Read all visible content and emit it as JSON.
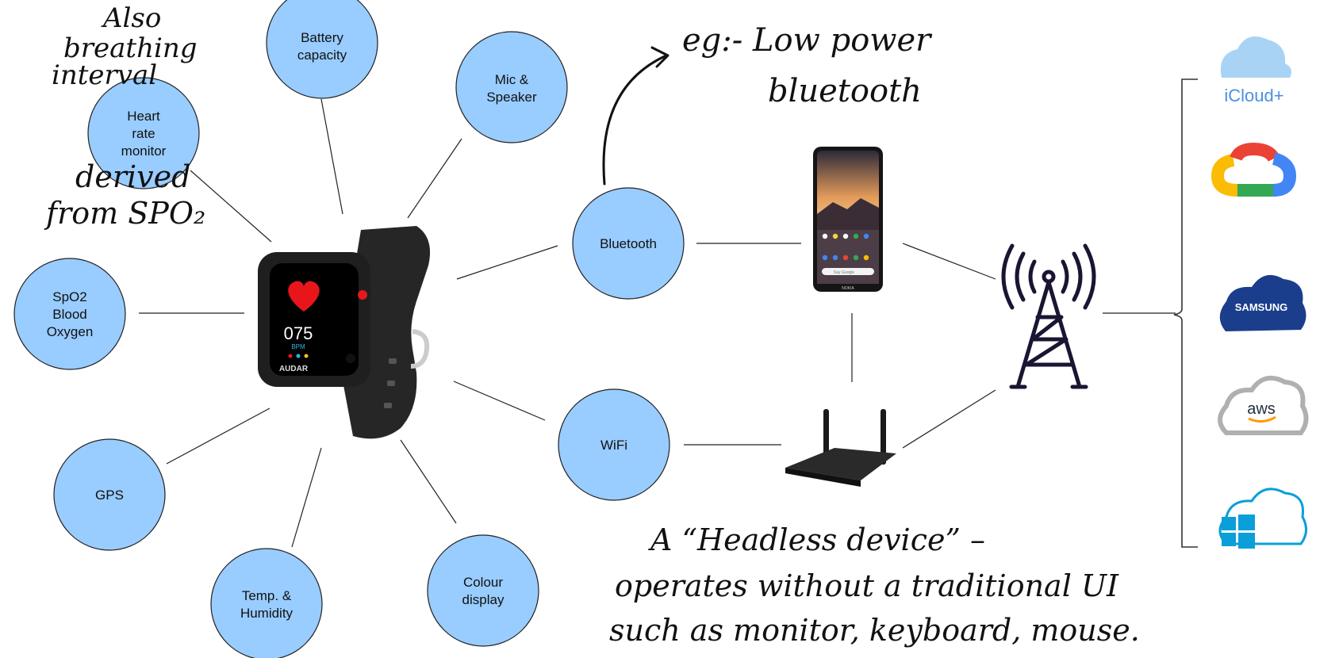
{
  "features": [
    {
      "id": "battery",
      "lines": [
        "Battery",
        "capacity"
      ]
    },
    {
      "id": "mic",
      "lines": [
        "Mic &",
        "Speaker"
      ]
    },
    {
      "id": "heart",
      "lines": [
        "Heart",
        "rate",
        "monitor"
      ]
    },
    {
      "id": "spo2",
      "lines": [
        "SpO2",
        "Blood",
        "Oxygen"
      ]
    },
    {
      "id": "gps",
      "lines": [
        "GPS"
      ]
    },
    {
      "id": "temp",
      "lines": [
        "Temp. &",
        "Humidity"
      ]
    },
    {
      "id": "display",
      "lines": [
        "Colour",
        "display"
      ]
    },
    {
      "id": "bluetooth",
      "lines": [
        "Bluetooth"
      ]
    },
    {
      "id": "wifi",
      "lines": [
        "WiFi"
      ]
    }
  ],
  "watch": {
    "brand": "AUDAR",
    "bpm_value": "075",
    "bpm_unit": "BPM"
  },
  "phone": {
    "brand": "NOKIA",
    "search_hint": "Say Google"
  },
  "handwriting": {
    "also": [
      "Also",
      "breathing",
      "interval"
    ],
    "derived": [
      "derived",
      "from SPO₂"
    ],
    "eg": [
      "eg:- Low power",
      "bluetooth"
    ],
    "headless": [
      "A “Headless device” –",
      "operates without a traditional  UI",
      "such as monitor, keyboard, mouse."
    ]
  },
  "clouds": [
    {
      "id": "icloud",
      "label": "iCloud+",
      "color": "#4a90e2"
    },
    {
      "id": "google-cloud",
      "label": "",
      "color": "#4285f4"
    },
    {
      "id": "samsung",
      "label": "SAMSUNG",
      "color": "#1428a0"
    },
    {
      "id": "aws",
      "label": "aws",
      "color": "#232f3e"
    },
    {
      "id": "azure",
      "label": "",
      "color": "#0a9fd8"
    }
  ],
  "colors": {
    "node_fill": "#99ccff",
    "watch_body": "#1f1f1f",
    "heart": "#e8161b",
    "tower": "#1b1433"
  }
}
